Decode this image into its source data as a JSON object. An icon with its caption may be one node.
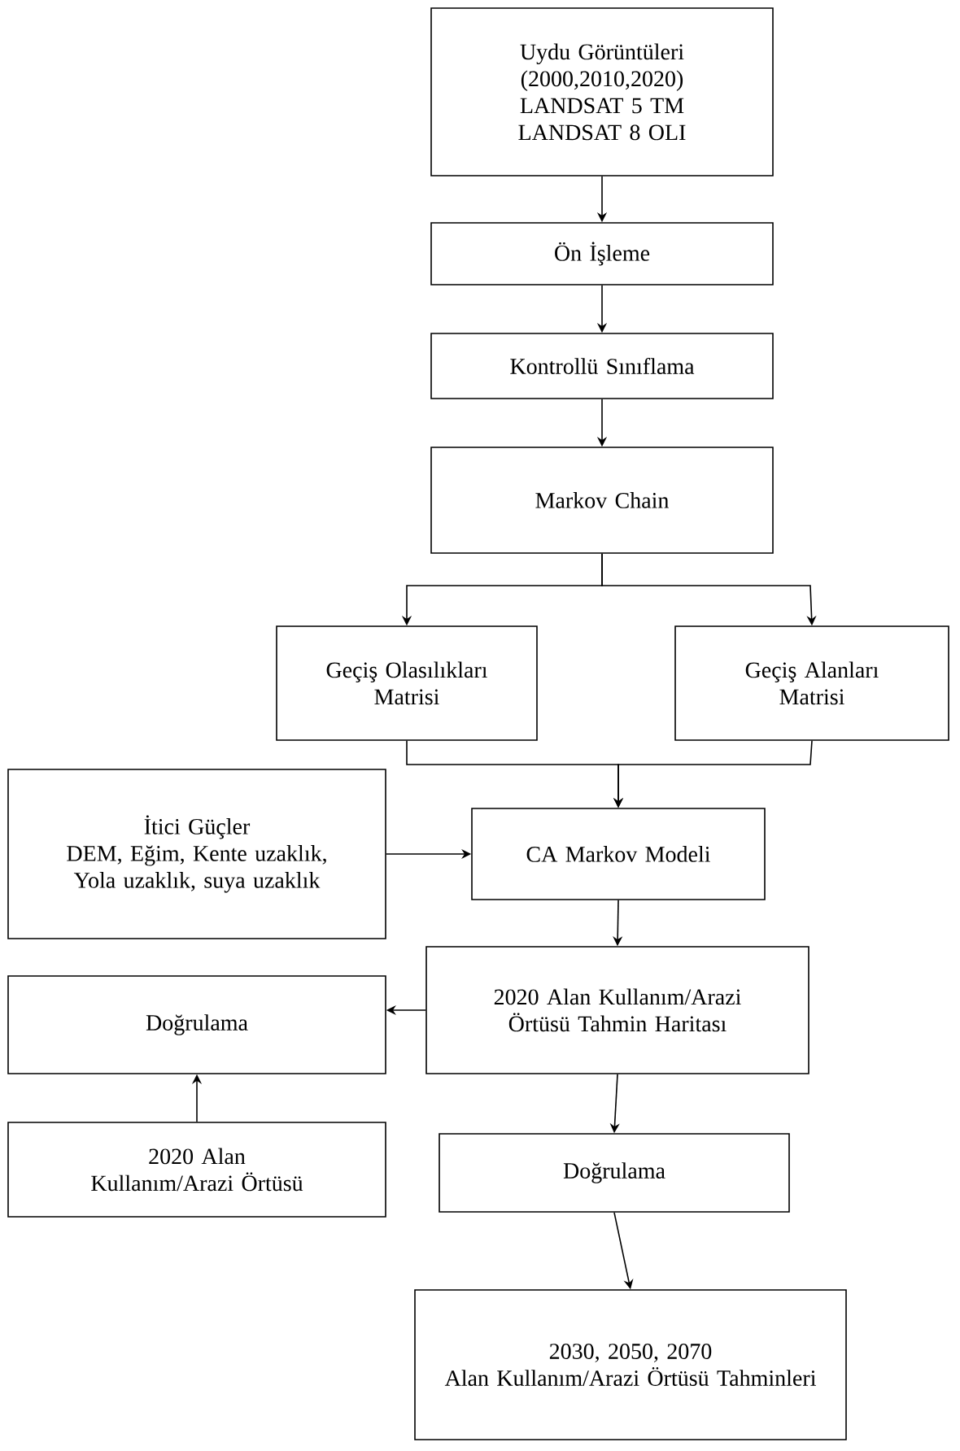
{
  "diagram": {
    "nodes": [
      {
        "text": [
          "Uydu Görüntüleri (2000,2010,2020) LANDSAT 5 TM LANDSAT 8 OLI"
        ]
      },
      {
        "text": [
          "Ön İşleme"
        ]
      },
      {
        "text": [
          "Kontrollü Sınıflama"
        ]
      },
      {
        "text": [
          "Markov Chain"
        ]
      },
      {
        "text": [
          "Geçiş Olasılıkları Matrisi"
        ]
      },
      {
        "text": [
          "Geçiş Alanları Matrisi"
        ]
      },
      {
        "text": [
          "İtici Güçler",
          "DEM, Eğim, Kente uzaklık, Yola uzaklık, suya uzaklık"
        ]
      },
      {
        "text": [
          "CA Markov Modeli"
        ]
      },
      {
        "text": [
          "Doğrulama"
        ]
      },
      {
        "text": [
          "2020 Alan Kullanım/Arazi Örtüsü Tahmin Haritası"
        ]
      },
      {
        "text": [
          "2020 Alan Kullanım/Arazi Örtüsü"
        ]
      },
      {
        "text": [
          "Doğrulama"
        ]
      },
      {
        "text": [
          "2030, 2050, 2070",
          "Alan Kullanım/Arazi Örtüsü Tahminleri"
        ]
      }
    ],
    "edges": [
      {
        "from": 0,
        "to": 1,
        "arrow": "to"
      },
      {
        "from": 1,
        "to": 2,
        "arrow": "to"
      },
      {
        "from": 2,
        "to": 3,
        "arrow": "to"
      },
      {
        "from": 3,
        "to": 4,
        "arrow": "to"
      },
      {
        "from": 3,
        "to": 5,
        "arrow": "to"
      },
      {
        "from": 4,
        "to": 7,
        "arrow": "to"
      },
      {
        "from": 5,
        "to": 7,
        "arrow": "to"
      },
      {
        "from": 6,
        "to": 7,
        "arrow": "to"
      },
      {
        "from": 7,
        "to": 9,
        "arrow": "to"
      },
      {
        "from": 9,
        "to": 8,
        "arrow": "to"
      },
      {
        "from": 10,
        "to": 8,
        "arrow": "to"
      },
      {
        "from": 9,
        "to": 11,
        "arrow": "to"
      },
      {
        "from": 11,
        "to": 12,
        "arrow": "to"
      }
    ]
  }
}
